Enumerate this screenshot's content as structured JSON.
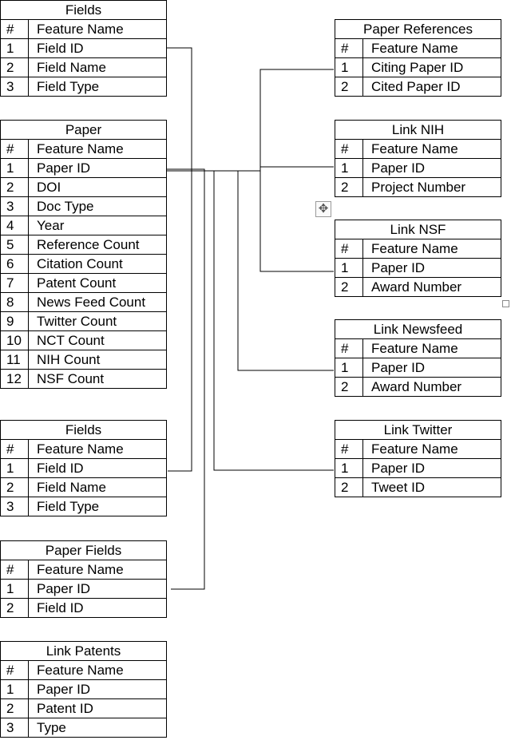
{
  "tables": [
    {
      "id": "fields-top",
      "title": "Fields",
      "columns": [
        "#",
        "Feature Name"
      ],
      "rows": [
        [
          "1",
          "Field ID"
        ],
        [
          "2",
          "Field Name"
        ],
        [
          "3",
          "Field Type"
        ]
      ]
    },
    {
      "id": "paper",
      "title": "Paper",
      "columns": [
        "#",
        "Feature Name"
      ],
      "rows": [
        [
          "1",
          "Paper ID"
        ],
        [
          "2",
          "DOI"
        ],
        [
          "3",
          "Doc Type"
        ],
        [
          "4",
          "Year"
        ],
        [
          "5",
          "Reference Count"
        ],
        [
          "6",
          "Citation Count"
        ],
        [
          "7",
          "Patent Count"
        ],
        [
          "8",
          "News Feed Count"
        ],
        [
          "9",
          "Twitter Count"
        ],
        [
          "10",
          "NCT Count"
        ],
        [
          "11",
          "NIH Count"
        ],
        [
          "12",
          "NSF Count"
        ]
      ]
    },
    {
      "id": "fields-mid",
      "title": "Fields",
      "columns": [
        "#",
        "Feature Name"
      ],
      "rows": [
        [
          "1",
          "Field ID"
        ],
        [
          "2",
          "Field Name"
        ],
        [
          "3",
          "Field Type"
        ]
      ]
    },
    {
      "id": "paper-fields",
      "title": "Paper Fields",
      "columns": [
        "#",
        "Feature Name"
      ],
      "rows": [
        [
          "1",
          "Paper ID"
        ],
        [
          "2",
          "Field ID"
        ]
      ]
    },
    {
      "id": "link-patents",
      "title": "Link Patents",
      "columns": [
        "#",
        "Feature Name"
      ],
      "rows": [
        [
          "1",
          "Paper ID"
        ],
        [
          "2",
          "Patent ID"
        ],
        [
          "3",
          "Type"
        ]
      ]
    },
    {
      "id": "paper-references",
      "title": "Paper References",
      "columns": [
        "#",
        "Feature Name"
      ],
      "rows": [
        [
          "1",
          "Citing Paper ID"
        ],
        [
          "2",
          "Cited Paper ID"
        ]
      ]
    },
    {
      "id": "link-nih",
      "title": "Link NIH",
      "columns": [
        "#",
        "Feature Name"
      ],
      "rows": [
        [
          "1",
          "Paper ID"
        ],
        [
          "2",
          "Project Number"
        ]
      ]
    },
    {
      "id": "link-nsf",
      "title": "Link NSF",
      "columns": [
        "#",
        "Feature Name"
      ],
      "rows": [
        [
          "1",
          "Paper ID"
        ],
        [
          "2",
          "Award Number"
        ]
      ]
    },
    {
      "id": "link-newsfeed",
      "title": "Link Newsfeed",
      "columns": [
        "#",
        "Feature Name"
      ],
      "rows": [
        [
          "1",
          "Paper ID"
        ],
        [
          "2",
          "Award Number"
        ]
      ]
    },
    {
      "id": "link-twitter",
      "title": "Link Twitter",
      "columns": [
        "#",
        "Feature Name"
      ],
      "rows": [
        [
          "1",
          "Paper ID"
        ],
        [
          "2",
          "Tweet ID"
        ]
      ]
    }
  ],
  "icons": {
    "move_handle": "move-arrows-icon",
    "resize_handle": "resize-handle-icon"
  }
}
